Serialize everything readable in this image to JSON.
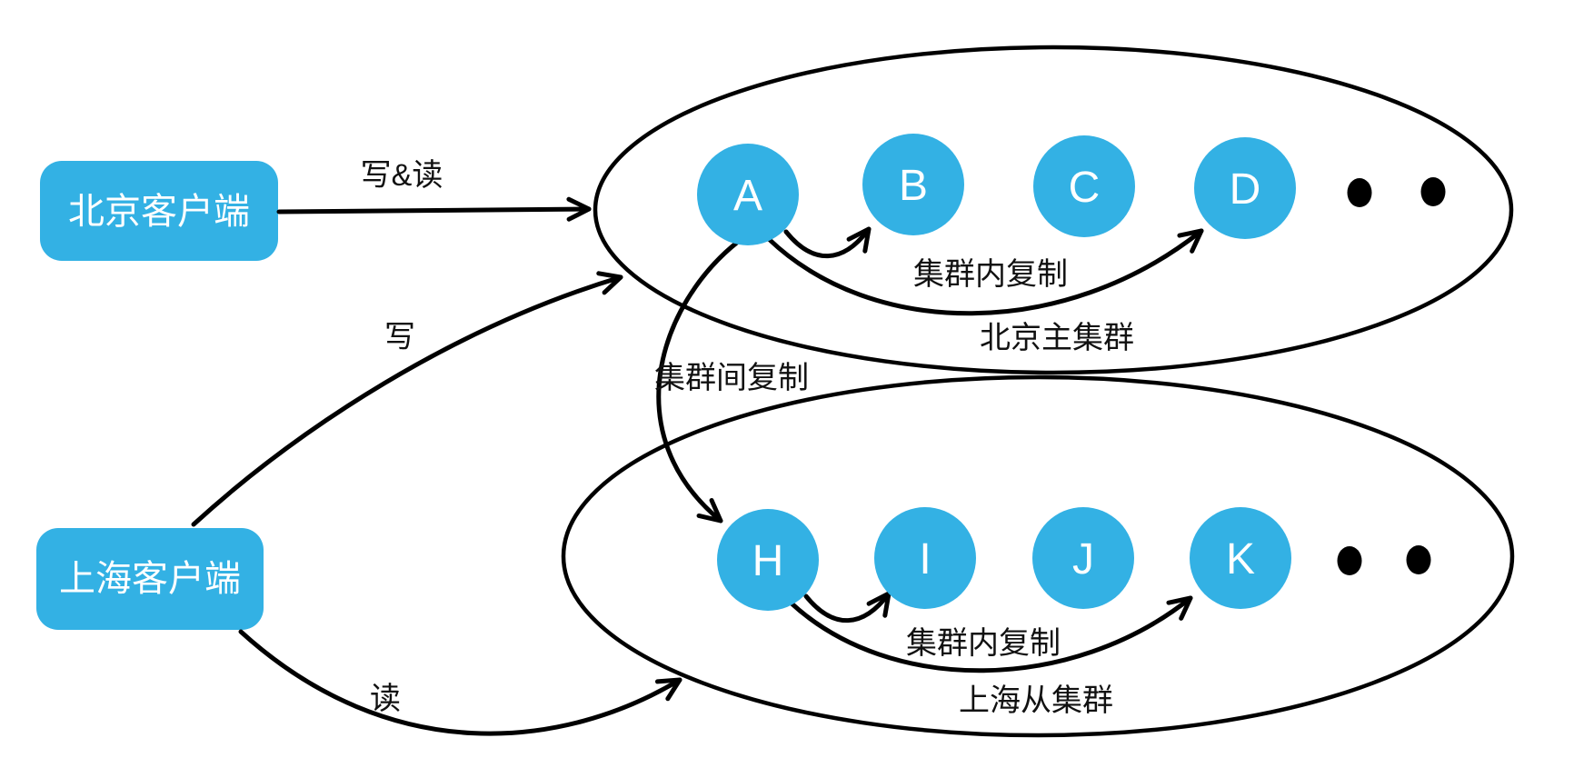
{
  "clients": [
    {
      "id": "beijing-client",
      "label": "北京客户端"
    },
    {
      "id": "shanghai-client",
      "label": "上海客户端"
    }
  ],
  "clusters": [
    {
      "id": "beijing-master-cluster",
      "label": "北京主集群",
      "nodes": [
        "A",
        "B",
        "C",
        "D"
      ],
      "intra_replication_label": "集群内复制",
      "ellipsis_dots": 2
    },
    {
      "id": "shanghai-slave-cluster",
      "label": "上海从集群",
      "nodes": [
        "H",
        "I",
        "J",
        "K"
      ],
      "intra_replication_label": "集群内复制",
      "ellipsis_dots": 2
    }
  ],
  "edges": {
    "write_read": {
      "label": "写&读",
      "from": "beijing-client",
      "to": "beijing-master-cluster"
    },
    "write": {
      "label": "写",
      "from": "shanghai-client",
      "to": "beijing-master-cluster"
    },
    "read": {
      "label": "读",
      "from": "shanghai-client",
      "to": "shanghai-slave-cluster"
    },
    "inter_cluster": {
      "label": "集群间复制",
      "from": "A",
      "to": "H"
    }
  },
  "colors": {
    "node_fill": "#33b1e4",
    "line": "#000000",
    "node_text": "#ffffff",
    "background": "#ffffff"
  }
}
